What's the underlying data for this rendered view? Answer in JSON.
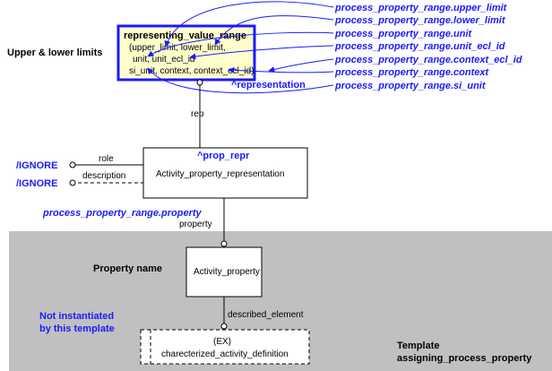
{
  "colors": {
    "accent": "#1a1aff",
    "box_fill": "#ffffcc",
    "template_bg": "#c0c0c0"
  },
  "top_box": {
    "title": "representing_value_range",
    "line1": "(upper_limit, lower_limit,",
    "line2": "unit, unit_ecl_id",
    "line3": "si_unit, context, context_ecl_id)"
  },
  "left_label": "Upper & lower limits",
  "ref_labels": [
    "process_property_range.upper_limit",
    "process_property_range.lower_limit",
    "process_property_range.unit",
    "process_property_range.unit_ecl_id",
    "process_property_range.context_ecl_id",
    "process_property_range.context",
    "process_property_range.si_unit"
  ],
  "representation_ref": "^representation",
  "rep_label": "rep",
  "apr": {
    "ref": "^prop_repr",
    "name": "Activity_property_representation"
  },
  "role_label": "role",
  "description_label": "description",
  "ignore1": "/IGNORE",
  "ignore2": "/IGNORE",
  "property_ref": "process_property_range.property",
  "property_label": "property",
  "property_name_label": "Property name",
  "ap_name": "Activity_property",
  "described_label": "described_element",
  "not_inst_line1": "Not instantiated",
  "not_inst_line2": "by this template",
  "cad_line1": "(EX)",
  "cad_line2": "charecterized_activity_definition",
  "template_line1": "Template",
  "template_line2": "assigning_process_property"
}
